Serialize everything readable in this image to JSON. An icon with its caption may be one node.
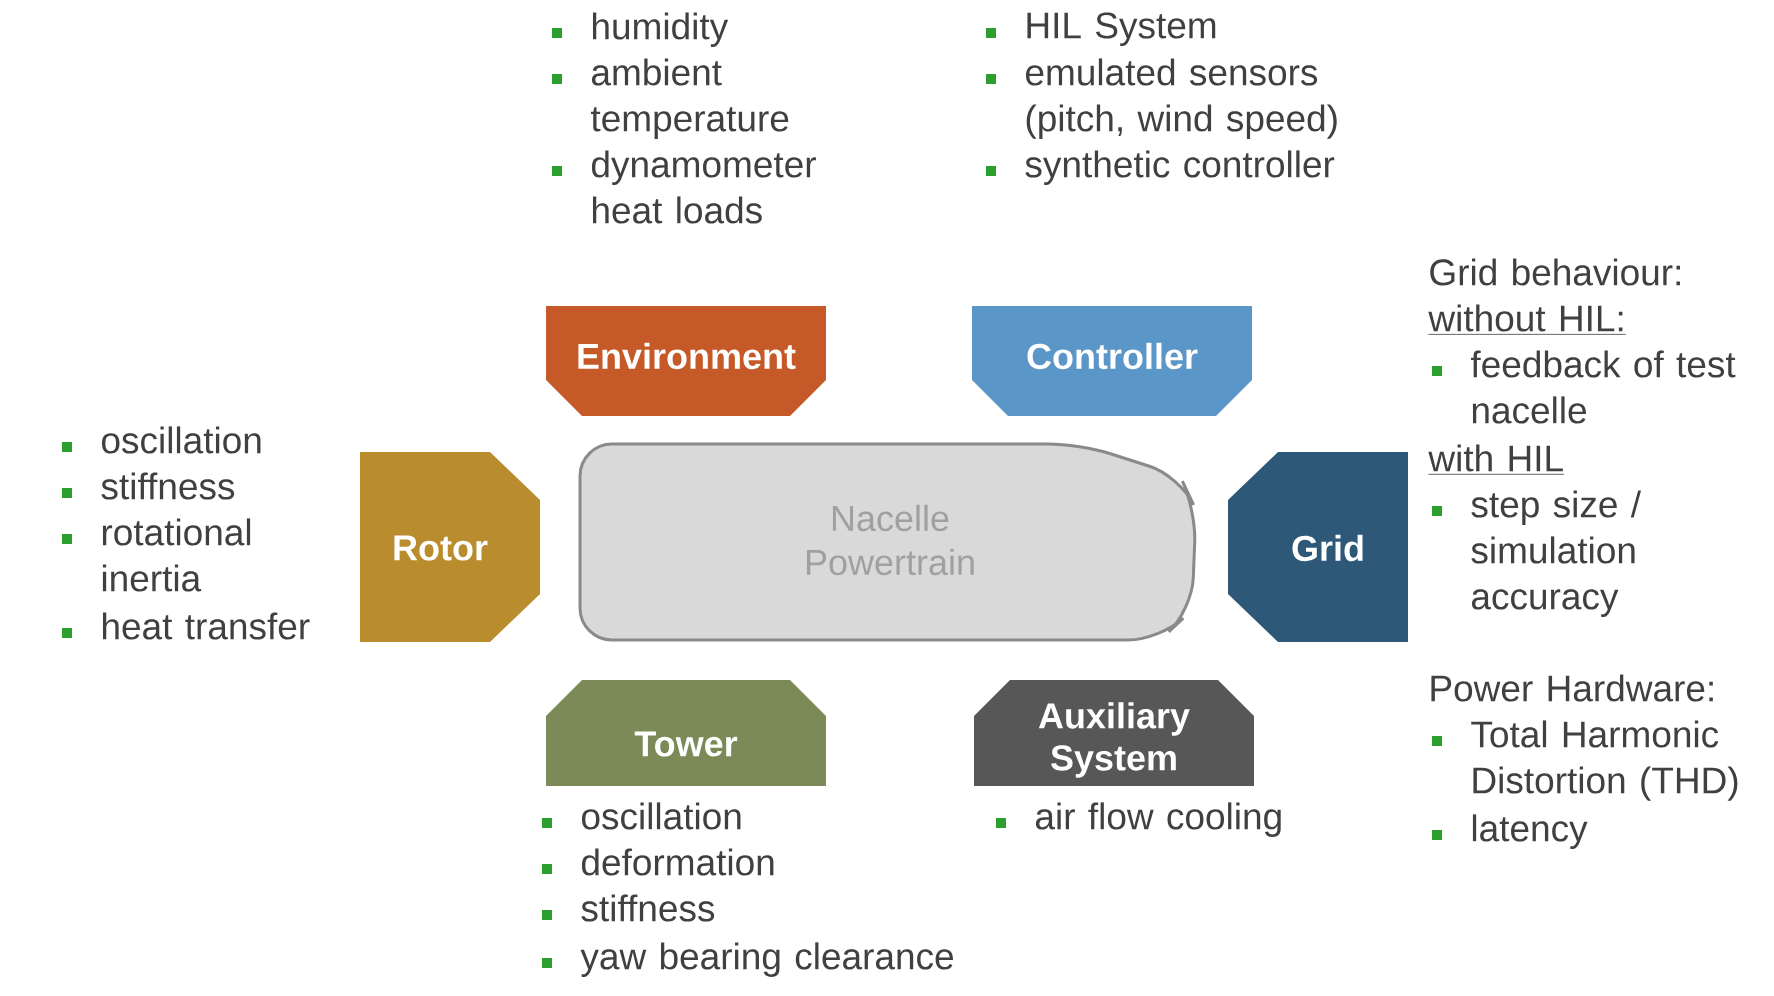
{
  "diagram": {
    "nodes": [
      {
        "text": [
          "Nacelle Powertrain"
        ]
      },
      {
        "text": [
          "Environment"
        ],
        "beside": [
          "humidity",
          "ambient temperature",
          "dynamometer heat loads"
        ]
      },
      {
        "text": [
          "Controller"
        ],
        "beside": [
          "HIL System",
          "emulated sensors (pitch, wind speed)",
          "synthetic controller"
        ]
      },
      {
        "text": [
          "Rotor"
        ],
        "beside": [
          "oscillation",
          "stiffness",
          "rotational inertia",
          "heat transfer"
        ]
      },
      {
        "text": [
          "Grid"
        ],
        "beside": [
          "Grid behaviour:",
          "without HIL:",
          "feedback of test nacelle",
          "with HIL",
          "step size / simulation accuracy",
          "Power Hardware:",
          "Total Harmonic Distortion (THD)",
          "latency"
        ]
      },
      {
        "text": [
          "Tower"
        ],
        "beside": [
          "oscillation",
          "deformation",
          "stiffness",
          "yaw bearing clearance"
        ]
      },
      {
        "text": [
          "Auxiliary System"
        ],
        "beside": [
          "air flow cooling"
        ]
      }
    ]
  }
}
